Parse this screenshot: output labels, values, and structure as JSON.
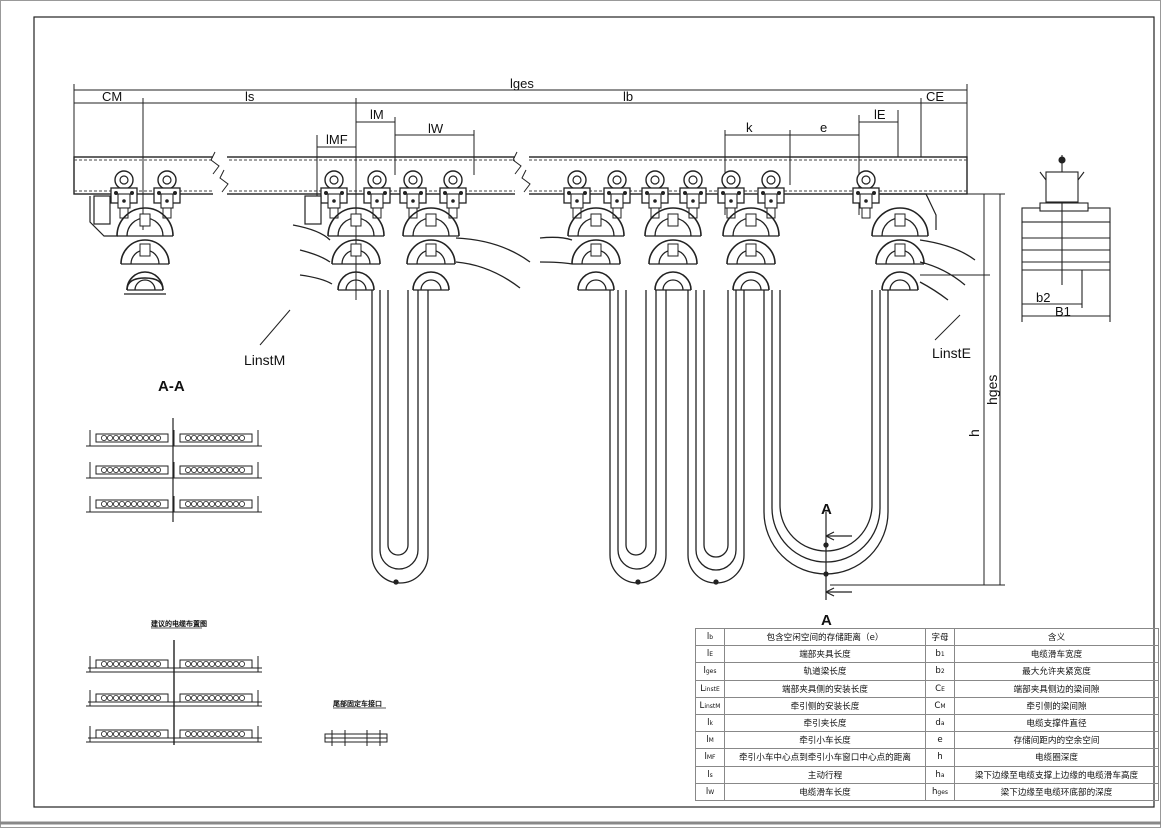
{
  "dimensions": {
    "l_ges": "lges",
    "c_m": "CM",
    "l_s": "ls",
    "l_b": "lb",
    "c_e": "CE",
    "l_m": "lM",
    "l_w": "lW",
    "l_mf": "lMF",
    "l_k": "k",
    "e": "e",
    "l_e": "lE",
    "b2": "b2",
    "b1": "B1",
    "h": "h",
    "h_ges": "hges",
    "l_inst_m": "LinstM",
    "l_inst_e": "LinstE"
  },
  "section": {
    "title": "A-A",
    "marker_top": "A",
    "marker_bottom": "A"
  },
  "small_drawings": {
    "layout_title": "建议的电缆布置图",
    "end_clamp_title": "尾部固定车接口"
  },
  "legend": {
    "header_symbol": "字母",
    "header_meaning": "含义",
    "left": [
      {
        "sym": "l",
        "sub": "b",
        "desc": "包含空闲空间的存储距离（e）"
      },
      {
        "sym": "l",
        "sub": "E",
        "desc": "端部夹具长度"
      },
      {
        "sym": "l",
        "sub": "ges",
        "desc": "轨道梁长度"
      },
      {
        "sym": "L",
        "sub": "instE",
        "desc": "端部夹具侧的安装长度"
      },
      {
        "sym": "L",
        "sub": "instM",
        "desc": "牵引侧的安装长度"
      },
      {
        "sym": "l",
        "sub": "k",
        "desc": "牵引夹长度"
      },
      {
        "sym": "l",
        "sub": "M",
        "desc": "牵引小车长度"
      },
      {
        "sym": "l",
        "sub": "MF",
        "desc": "牵引小车中心点到牵引小车窗口中心点的距离"
      },
      {
        "sym": "l",
        "sub": "s",
        "desc": "主动行程"
      },
      {
        "sym": "l",
        "sub": "W",
        "desc": "电缆滑车长度"
      }
    ],
    "right": [
      {
        "sym": "b",
        "sub": "1",
        "desc": "电缆滑车宽度"
      },
      {
        "sym": "b",
        "sub": "2",
        "desc": "最大允许夹紧宽度"
      },
      {
        "sym": "C",
        "sub": "E",
        "desc": "端部夹具侧边的梁间隙"
      },
      {
        "sym": "C",
        "sub": "M",
        "desc": "牵引侧的梁间隙"
      },
      {
        "sym": "d",
        "sub": "a",
        "desc": "电缆支撑件直径"
      },
      {
        "sym": "e",
        "sub": "",
        "desc": "存储间距内的空余空间"
      },
      {
        "sym": "h",
        "sub": "",
        "desc": "电缆圈深度"
      },
      {
        "sym": "h",
        "sub": "a",
        "desc": "梁下边缘至电缆支撑上边缘的电缆滑车高度"
      },
      {
        "sym": "h",
        "sub": "ges",
        "desc": "梁下边缘至电缆环底部的深度"
      }
    ]
  }
}
